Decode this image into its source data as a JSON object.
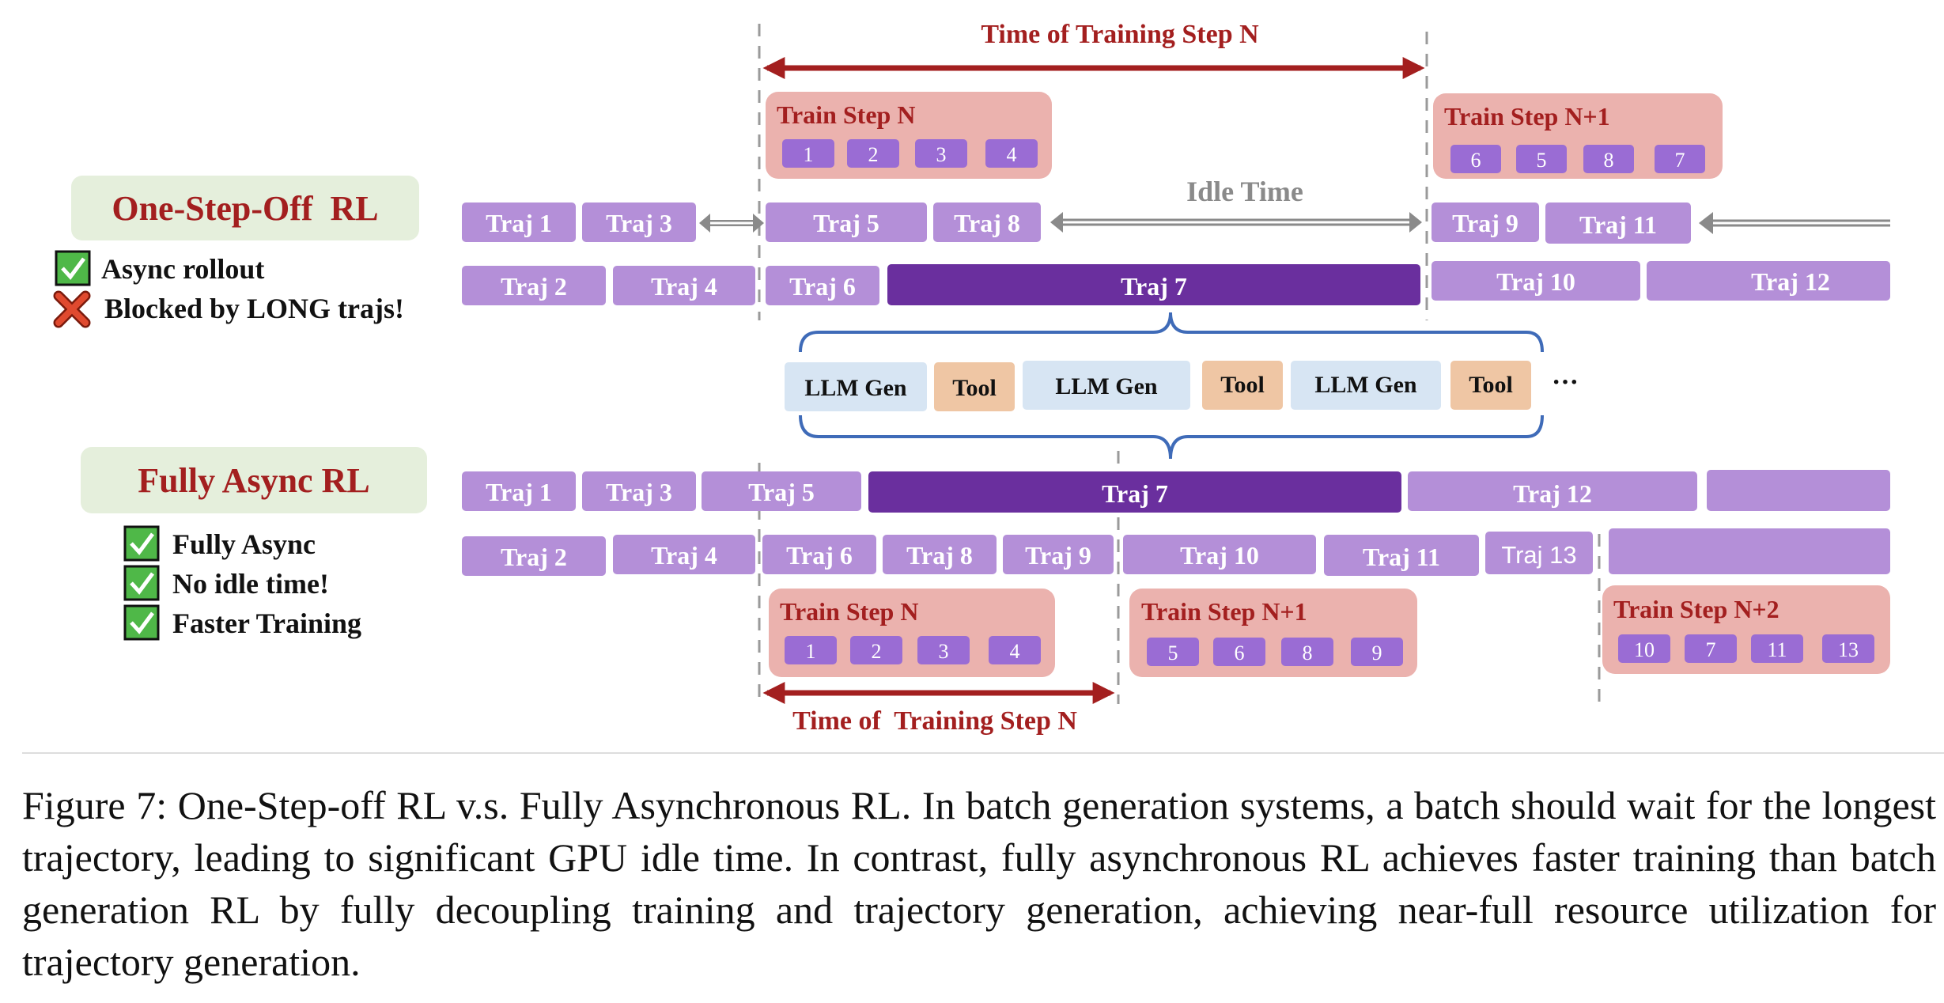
{
  "colors": {
    "red_text": "#a31f1f",
    "traj_light": "#b48fd8",
    "traj_dark": "#6a2f9e",
    "train_box": "#ebb2ae",
    "train_chip": "#9a6cd4",
    "llm_gen": "#d7e5f3",
    "tool": "#efc6a4",
    "label_box": "#e5efdc",
    "idle_arrow": "#8a8a8a",
    "check": "#4fb848",
    "cross": "#e04a2f"
  },
  "top": {
    "title": "One-Step-Off  RL",
    "notes": [
      {
        "icon": "check",
        "text": "Async rollout"
      },
      {
        "icon": "cross",
        "text": "Blocked by LONG trajs!"
      }
    ],
    "time_label": "Time of  Training Step N",
    "idle_label": "Idle Time",
    "train_boxes": [
      {
        "label": "Train Step N",
        "chips": [
          "1",
          "2",
          "3",
          "4"
        ]
      },
      {
        "label": "Train Step N+1",
        "chips": [
          "6",
          "5",
          "8",
          "7"
        ]
      }
    ],
    "row1": [
      "Traj 1",
      "Traj 3",
      "Traj 5",
      "Traj 8",
      "Traj 9",
      "Traj 11"
    ],
    "row2": [
      "Traj 2",
      "Traj 4",
      "Traj 6",
      "Traj 7",
      "Traj 10",
      "Traj 12"
    ]
  },
  "middle": {
    "segments": [
      "LLM Gen",
      "Tool",
      "LLM Gen",
      "Tool",
      "LLM Gen",
      "Tool"
    ],
    "ellipsis": "···"
  },
  "bottom": {
    "title": "Fully Async RL",
    "notes": [
      {
        "icon": "check",
        "text": "Fully Async"
      },
      {
        "icon": "check",
        "text": "No idle time!"
      },
      {
        "icon": "check",
        "text": "Faster Training"
      }
    ],
    "row1": [
      "Traj 1",
      "Traj 3",
      "Traj 5",
      "Traj 7",
      "Traj 12",
      ""
    ],
    "row2": [
      "Traj 2",
      "Traj 4",
      "Traj 6",
      "Traj 8",
      "Traj 9",
      "Traj 10",
      "Traj 11",
      "Traj 13",
      ""
    ],
    "train_boxes": [
      {
        "label": "Train Step N",
        "chips": [
          "1",
          "2",
          "3",
          "4"
        ]
      },
      {
        "label": "Train Step N+1",
        "chips": [
          "5",
          "6",
          "8",
          "9"
        ]
      },
      {
        "label": "Train Step N+2",
        "chips": [
          "10",
          "7",
          "11",
          "13"
        ]
      }
    ],
    "time_label": "Time of  Training Step N"
  },
  "caption": "Figure 7: One-Step-off RL v.s. Fully Asynchronous RL. In batch generation systems, a batch should wait for the longest trajectory, leading to significant GPU idle time. In contrast, fully asynchronous RL achieves faster training than batch generation RL by fully decoupling training and trajectory generation, achieving near-full resource utilization for trajectory generation."
}
